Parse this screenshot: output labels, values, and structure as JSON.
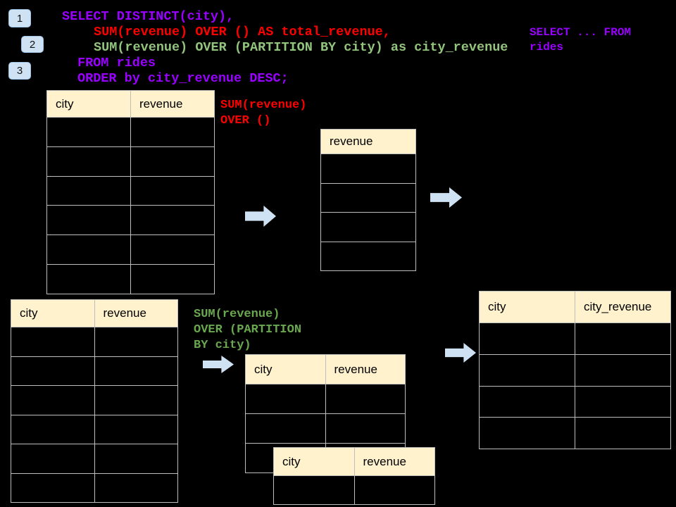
{
  "colors": {
    "background": "#000000",
    "sql_purple": "#9900ff",
    "sql_red": "#ff0000",
    "sql_green": "#93c47d",
    "annotation_red": "#ff0000",
    "annotation_green": "#6aa84f",
    "table_header_bg": "#fff2cc",
    "table_border": "#bdbdbd",
    "arrow_fill": "#cfe2f3",
    "badge_fill": "#cfe2f3"
  },
  "step_badges": [
    {
      "label": "1"
    },
    {
      "label": "2"
    },
    {
      "label": "3"
    }
  ],
  "sql": {
    "lines": [
      {
        "text": "SELECT DISTINCT(city),",
        "color": "purple"
      },
      {
        "text": "SUM(revenue) OVER () AS total_revenue,",
        "color": "red"
      },
      {
        "text": "SUM(revenue) OVER (PARTITION BY city) as city_revenue",
        "color": "green"
      },
      {
        "text": "FROM rides",
        "color": "purple"
      },
      {
        "text": "ORDER by city_revenue DESC;",
        "color": "purple"
      }
    ]
  },
  "side_note": {
    "lines": [
      "SELECT ... FROM",
      "rides"
    ]
  },
  "annotations": {
    "total_revenue": {
      "lines": [
        "SUM(revenue)",
        "OVER ()"
      ]
    },
    "partition": {
      "lines": [
        "SUM(revenue)",
        "OVER (PARTITION",
        "BY city)"
      ]
    }
  },
  "icons": {
    "arrow": "block-right-arrow"
  },
  "tables": {
    "source_top": {
      "headers": [
        "city",
        "revenue"
      ],
      "empty_rows": 6
    },
    "total_revenue_result": {
      "headers": [
        "revenue"
      ],
      "empty_rows": 4
    },
    "source_bottom": {
      "headers": [
        "city",
        "revenue"
      ],
      "empty_rows": 6
    },
    "partition_step": {
      "headers": [
        "city",
        "revenue"
      ],
      "empty_rows": 3
    },
    "partition_step_overlay": {
      "headers": [
        "city",
        "revenue"
      ],
      "empty_rows": 1
    },
    "city_revenue_result": {
      "headers": [
        "city",
        "city_revenue"
      ],
      "empty_rows": 4
    }
  }
}
